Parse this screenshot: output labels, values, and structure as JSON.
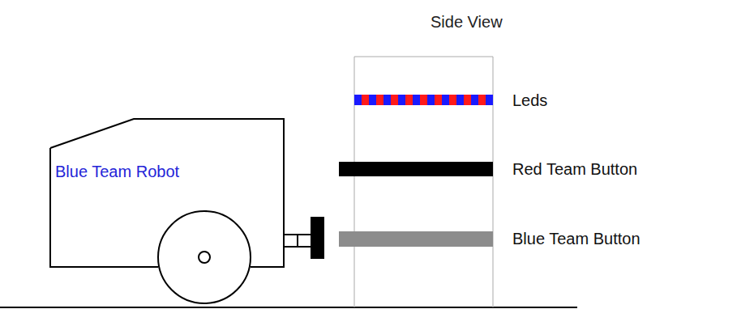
{
  "diagram": {
    "title": "Side View",
    "nodes": [
      {
        "text": [
          "Blue Team Robot"
        ]
      }
    ],
    "labels": [
      "Leds",
      "Red Team Button",
      "Blue Team Button"
    ]
  }
}
